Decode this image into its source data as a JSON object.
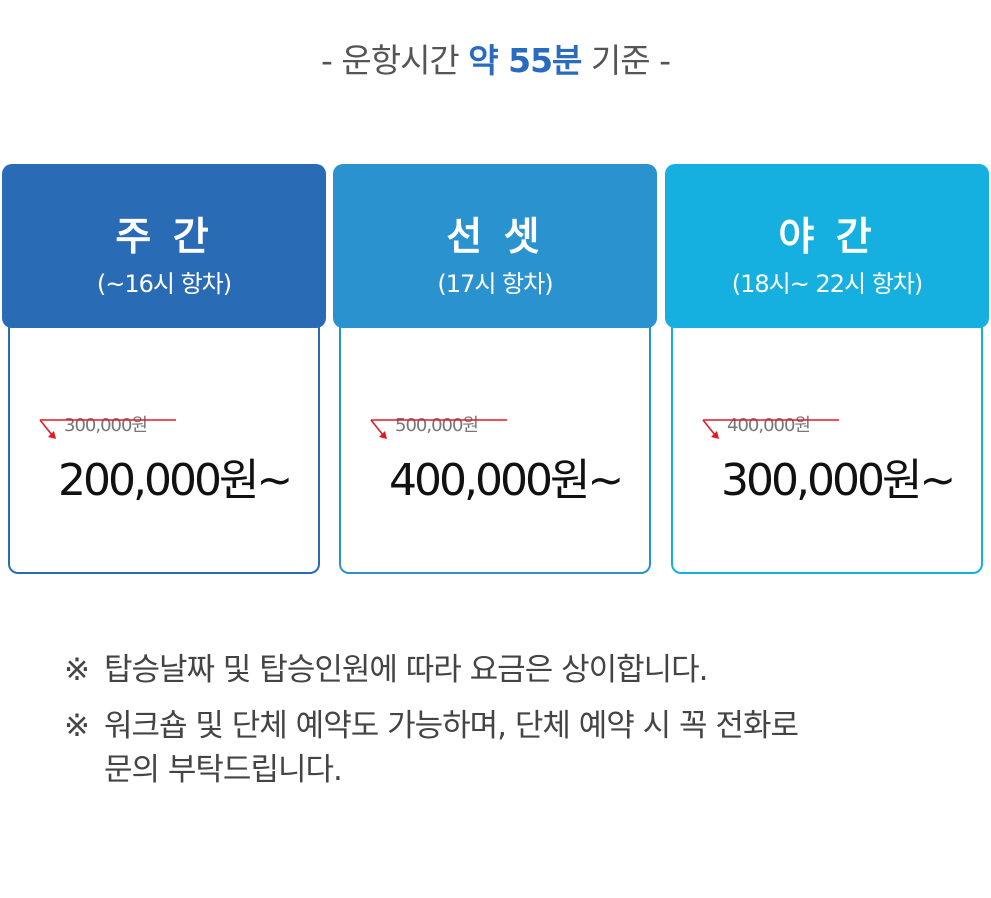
{
  "header": {
    "prefix": "- 운항시간 ",
    "highlight": "약 55분",
    "suffix": " 기준 -"
  },
  "cards": [
    {
      "name": "주 간",
      "time": "(~16시 항차)",
      "old_price": "300,000원",
      "price": "200,000원~",
      "color": "#2a6bb6"
    },
    {
      "name": "선 셋",
      "time": "(17시 항차)",
      "old_price": "500,000원",
      "price": "400,000원~",
      "color": "#2a93cf"
    },
    {
      "name": "야 간",
      "time": "(18시~ 22시 항차)",
      "old_price": "400,000원",
      "price": "300,000원~",
      "color": "#16b0e0"
    }
  ],
  "notes": {
    "mark": "※",
    "line1": "탑승날짜 및 탑승인원에 따라 요금은 상이합니다.",
    "line2a": "워크숍 및 단체 예약도 가능하며, 단체 예약 시 꼭 전화로",
    "line2b": "문의 부탁드립니다."
  },
  "colors": {
    "accent": "#2a6bbf",
    "strike": "#e21b23"
  }
}
